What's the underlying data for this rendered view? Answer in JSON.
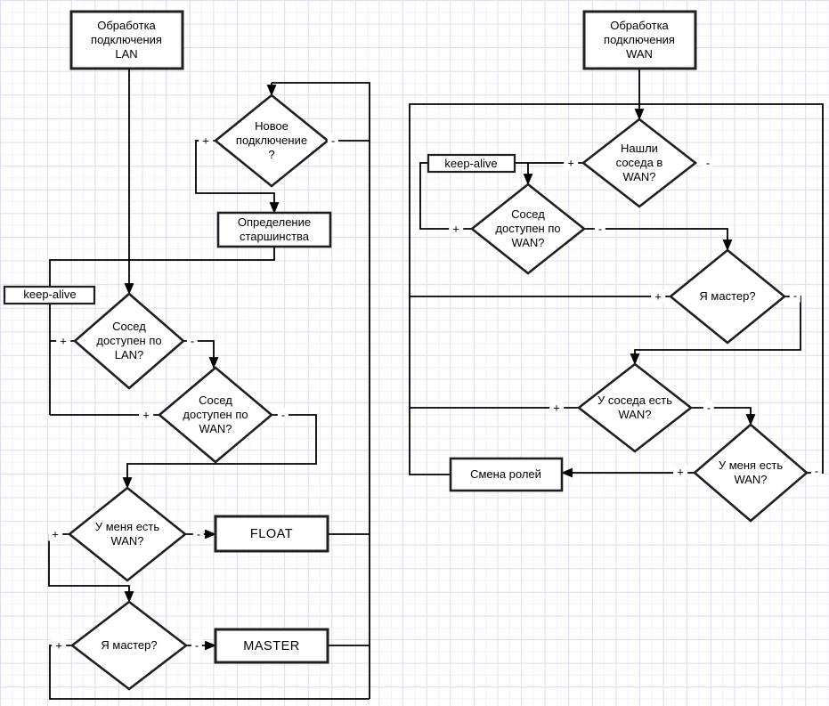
{
  "canvas": {
    "background": "#ffffff",
    "grid_minor_color": "#f2f1f9",
    "grid_major_color": "#e0def0",
    "edge_color": "#000000",
    "shape_border_color": "#1f1f1f",
    "shape_fill_color": "#ffffff",
    "text_color": "#000000"
  },
  "edge_labels": {
    "plus": "+",
    "minus": "-"
  },
  "lan_flow": {
    "start": "Обработка\nподключения\nLAN",
    "new_connection": "Новое\nподключение\n?",
    "seniority": "Определение\nстаршинства",
    "keep_alive": "keep-alive",
    "neighbor_lan": "Сосед\nдоступен по\nLAN?",
    "neighbor_wan": "Сосед\nдоступен по\nWAN?",
    "i_have_wan": "У меня есть\nWAN?",
    "float": "FLOAT",
    "i_master": "Я мастер?",
    "master": "MASTER"
  },
  "wan_flow": {
    "start": "Обработка\nподключения\nWAN",
    "found_neighbor": "Нашли\nсоседа в\nWAN?",
    "keep_alive": "keep-alive",
    "neighbor_wan": "Сосед\nдоступен по\nWAN?",
    "i_master": "Я мастер?",
    "neighbor_has_wan": "У соседа есть\nWAN?",
    "i_have_wan": "У меня есть\nWAN?",
    "role_swap": "Смена ролей"
  }
}
